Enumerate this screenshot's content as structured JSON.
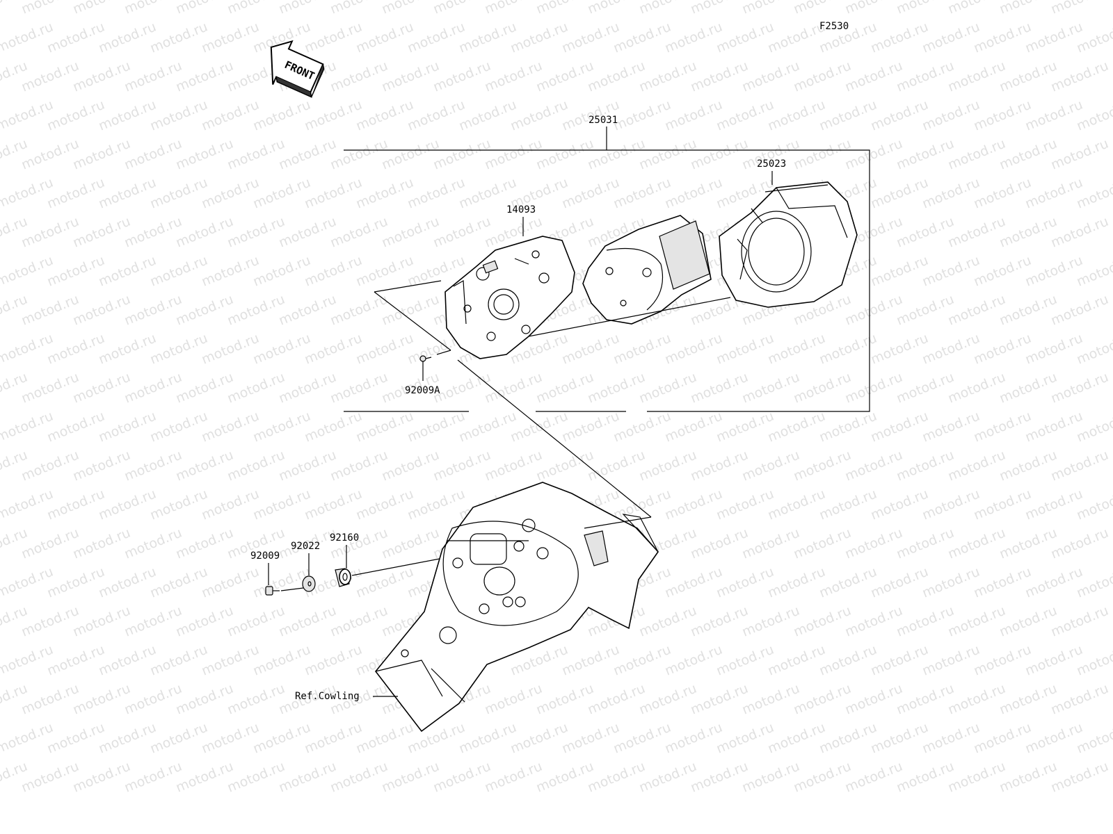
{
  "diagram": {
    "figure_id": "F2530",
    "watermark": "motod.ru",
    "front_label": "FRONT",
    "parts": {
      "assembly": "25031",
      "cover": "25023",
      "case": "14093",
      "screw_a": "92009A",
      "screw": "92009",
      "washer": "92022",
      "grommet": "92160",
      "ref_cowling": "Ref.Cowling"
    }
  }
}
